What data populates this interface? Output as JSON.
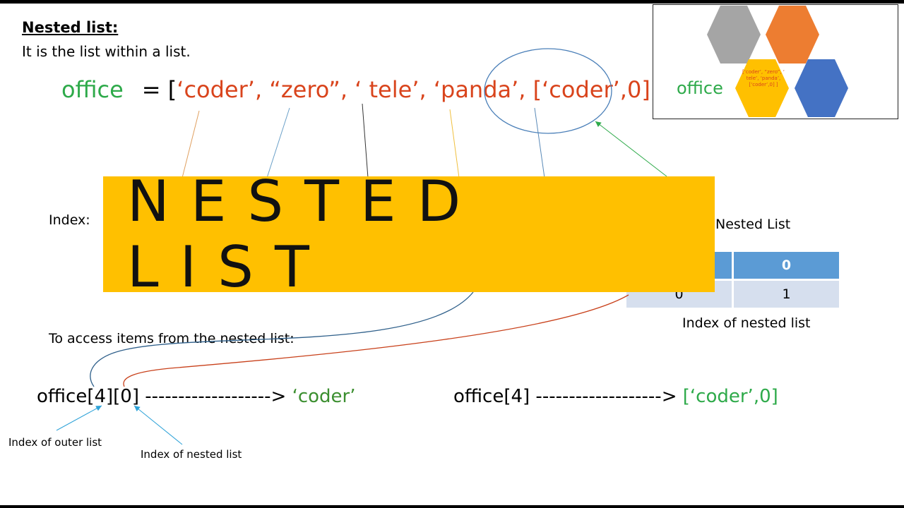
{
  "heading": "Nested list:",
  "subtitle": "It is the list within a list.",
  "code": {
    "var": "office",
    "eq": "= [",
    "items": [
      "‘coder’",
      "“zero”",
      "‘ tele’",
      "‘panda’",
      "[‘coder’,0]"
    ],
    "sep": ", ",
    "close": "]"
  },
  "index_label": "Index:",
  "banner": "NESTED LIST",
  "nested_table": {
    "title": "Nested List",
    "head": [
      "",
      "0"
    ],
    "body": [
      "0",
      "1"
    ],
    "caption": "Index of nested list"
  },
  "access_label": "To access items from the nested list:",
  "example1": {
    "expr": "office[4][0]",
    "arrow": " -------------------> ",
    "result": "‘coder’"
  },
  "example2": {
    "expr": "office[4]",
    "arrow": " ------------------->  ",
    "result": "[‘coder’,0]"
  },
  "caption_outer": "Index of outer list",
  "caption_nested": "Index of nested list",
  "thumbnail": {
    "label": "office",
    "hex_text": "[‘coder’, “zero”, ‘ tele’, ‘panda’,[‘coder’,0] ]",
    "colors": {
      "gray": "#a5a5a5",
      "orange": "#ed7d31",
      "yellow": "#ffc000",
      "blue": "#4472c4"
    }
  },
  "colors": {
    "green": "#2eaa4a",
    "red": "#d9441c",
    "banner": "#ffc000",
    "table_head": "#5b9bd5",
    "table_body": "#d6dfee"
  }
}
